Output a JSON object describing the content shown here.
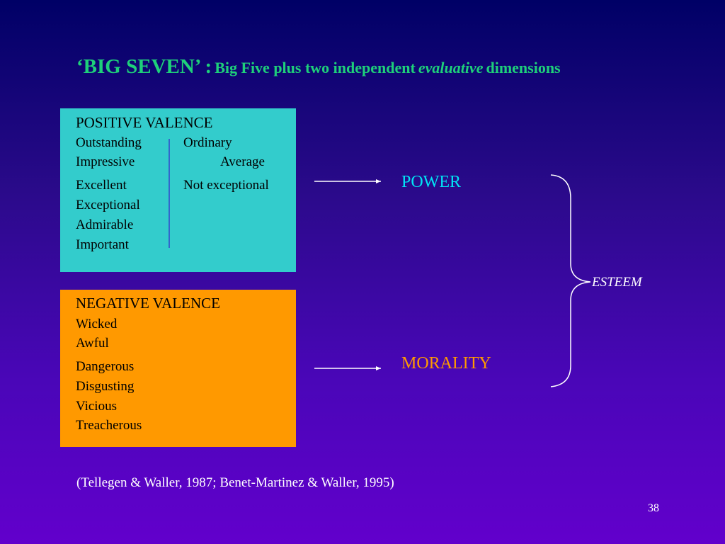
{
  "title": {
    "main": "‘BIG SEVEN’ :",
    "sub_before": "Big Five plus two independent",
    "sub_emphasis": "evaluative",
    "sub_after": "dimensions"
  },
  "positive": {
    "heading": "POSITIVE  VALENCE",
    "left_words": [
      "Outstanding",
      "Impressive",
      "Excellent",
      "Exceptional",
      "Admirable",
      "Important"
    ],
    "right_words": [
      "Ordinary",
      "Average",
      "Not exceptional"
    ]
  },
  "negative": {
    "heading": "NEGATIVE  VALENCE",
    "words": [
      "Wicked",
      "Awful",
      "Dangerous",
      "Disgusting",
      "Vicious",
      "Treacherous"
    ]
  },
  "outcomes": {
    "power": "POWER",
    "morality": "MORALITY",
    "esteem": "ESTEEM"
  },
  "citation": "(Tellegen & Waller, 1987; Benet-Martinez & Waller, 1995)",
  "slide_number": "38",
  "colors": {
    "title": "#1ed07a",
    "positive_box": "#33cccc",
    "negative_box": "#ff9900",
    "power": "#00e5f5",
    "morality": "#ff9900"
  }
}
